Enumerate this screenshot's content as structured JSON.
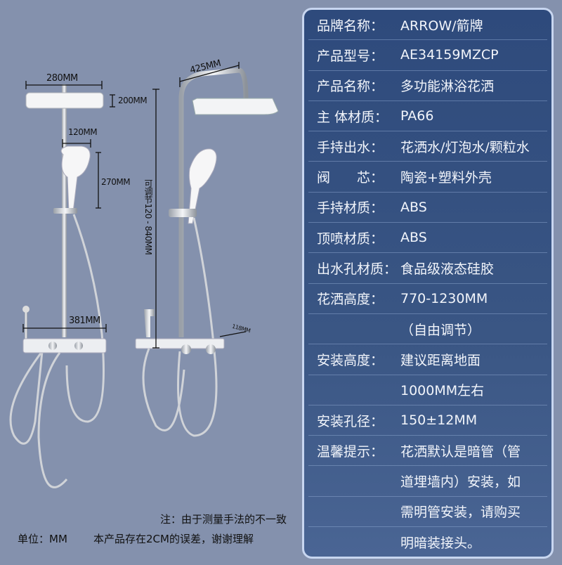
{
  "dimensions": {
    "head_width": "280MM",
    "head_depth": "200MM",
    "hand_width": "120MM",
    "hand_length": "270MM",
    "shelf_width": "381MM",
    "arm_length": "425MM",
    "adjustable_height": "可调节120 - 840MM",
    "shelf_depth": "118MM"
  },
  "notes": {
    "line1": "注：由于测量手法的不一致",
    "unit": "单位：MM",
    "line2": "本产品存在2CM的误差，谢谢理解"
  },
  "specs": [
    {
      "label": "品牌名称：",
      "value": "ARROW/箭牌"
    },
    {
      "label": "产品型号：",
      "value": "AE34159MZCP"
    },
    {
      "label": "产品名称：",
      "value": "多功能淋浴花洒"
    },
    {
      "label": "主 体材质：",
      "value": "PA66"
    },
    {
      "label": "手持出水：",
      "value": "花洒水/灯泡水/颗粒水"
    },
    {
      "label": "阀　　芯：",
      "value": "陶瓷+塑料外壳"
    },
    {
      "label": "手持材质：",
      "value": "ABS"
    },
    {
      "label": "顶喷材质：",
      "value": "ABS"
    },
    {
      "label": "出水孔材质：",
      "value": "食品级液态硅胶"
    },
    {
      "label": "花洒高度：",
      "value": "770-1230MM"
    },
    {
      "label": "",
      "value": "（自由调节）"
    },
    {
      "label": "安装高度：",
      "value": "建议距离地面"
    },
    {
      "label": "",
      "value": "1000MM左右"
    },
    {
      "label": "安装孔径：",
      "value": "150±12MM"
    },
    {
      "label": "温馨提示：",
      "value": "花洒默认是暗管（管"
    },
    {
      "label": "",
      "value": "道埋墙内）安装，如"
    },
    {
      "label": "",
      "value": "需明管安装，请购买"
    },
    {
      "label": "",
      "value": "明暗装接头。"
    }
  ],
  "colors": {
    "background": "#8491ad",
    "panel": "#2e4a7c",
    "panel_border": "#c8d6f0"
  }
}
